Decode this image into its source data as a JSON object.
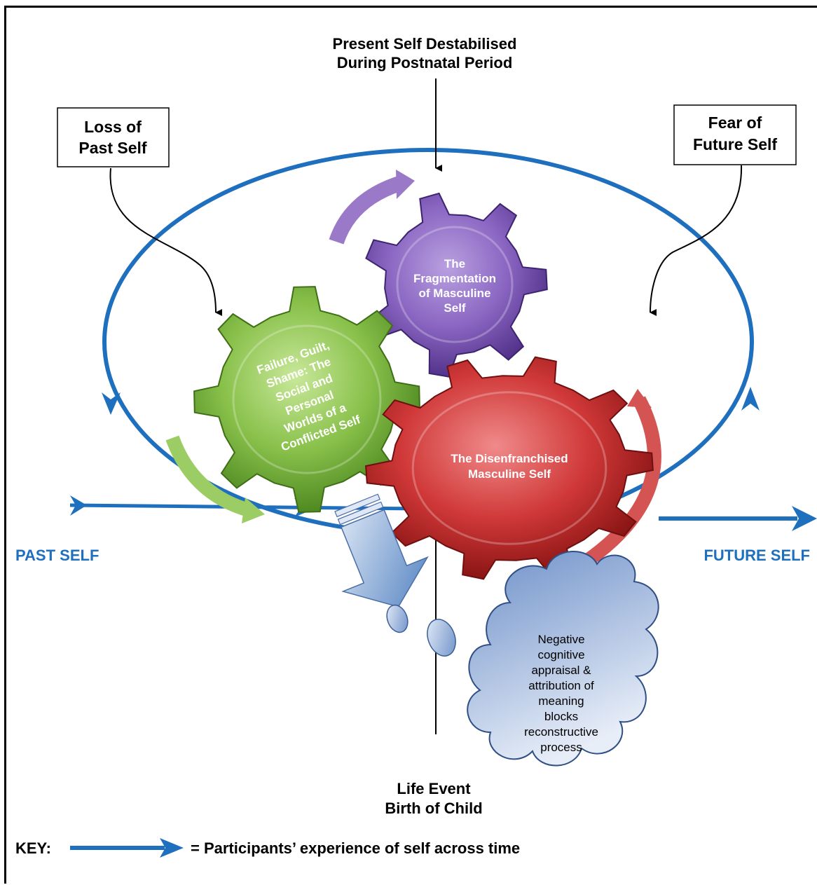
{
  "top_label": [
    "Present Self Destabilised",
    "During Postnatal Period"
  ],
  "past_box": [
    "Loss of",
    "Past Self"
  ],
  "future_box": [
    "Fear of",
    "Future Self"
  ],
  "gear_purple": [
    "The",
    "Fragmentation",
    "of Masculine",
    "Self"
  ],
  "gear_green": [
    "Failure, Guilt,",
    "Shame: The",
    "Social and",
    "Personal",
    "Worlds of a",
    "Conflicted Self"
  ],
  "gear_red": [
    "The Disenfranchised",
    "Masculine Self"
  ],
  "cloud": [
    "Negative",
    "cognitive",
    "appraisal &",
    "attribution of",
    "meaning",
    "blocks",
    "reconstructive",
    "process"
  ],
  "past_self": "PAST SELF",
  "future_self": "FUTURE SELF",
  "life_event": [
    "Life Event",
    "Birth of Child"
  ],
  "key_label": "KEY:",
  "key_text": "= Participants’ experience of self across time",
  "colors": {
    "timeline_blue": "#1f6fbf",
    "purple_gear": "#7a54b0",
    "green_gear": "#7cb33a",
    "red_gear": "#c63232",
    "cloud_fill": "#8fadd6"
  }
}
